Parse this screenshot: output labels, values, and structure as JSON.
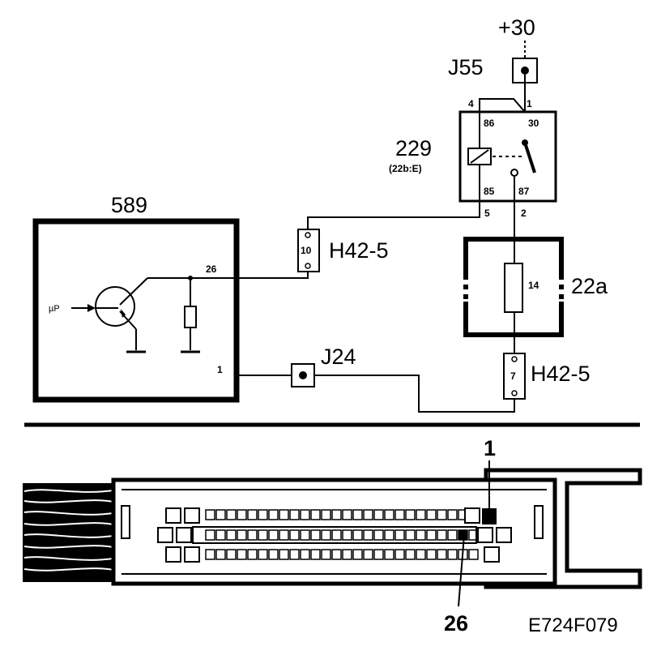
{
  "diagram": {
    "supply_label": "+30",
    "junction_j55": "J55",
    "relay": {
      "id": "229",
      "sub_label": "(22b:E)",
      "pins": {
        "p86": "86",
        "p30": "30",
        "p85": "85",
        "p87": "87"
      },
      "outer_pins": {
        "o4": "4",
        "o1": "1",
        "o5": "5",
        "o2": "2"
      }
    },
    "module_589": {
      "id": "589",
      "pin_26": "26",
      "pin_1": "1",
      "up_label": "µP"
    },
    "connector_top": {
      "id": "H42-5",
      "pin": "10"
    },
    "connector_bottom": {
      "id": "H42-5",
      "pin": "7"
    },
    "fuse_box": {
      "id": "22a",
      "fuse": "14"
    },
    "junction_j24": "J24",
    "plug_detail": {
      "pin_1": "1",
      "pin_26": "26"
    },
    "figure_code": "E724F079"
  }
}
